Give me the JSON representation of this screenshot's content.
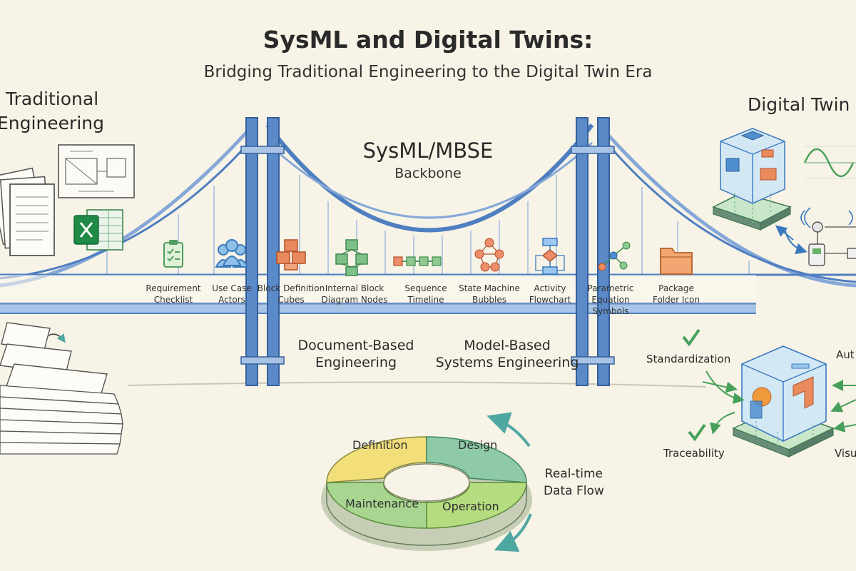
{
  "header": {
    "title": "SysML and Digital Twins:",
    "subtitle": "Bridging Traditional Engineering to the Digital Twin Era"
  },
  "left": {
    "title_line1": "Traditional",
    "title_line2": "Engineering"
  },
  "right": {
    "title": "Digital Twin"
  },
  "bridge": {
    "label": "SysML/MBSE",
    "sublabel": "Backbone",
    "deck_items": [
      {
        "line1": "Requirement",
        "line2": "Checklist",
        "icon": "clipboard-checklist-icon",
        "color": "#4f9e5f"
      },
      {
        "line1": "Use Case",
        "line2": "Actors",
        "icon": "actors-icon",
        "color": "#4d8fc9"
      },
      {
        "line1": "Block Definition",
        "line2": "Cubes",
        "icon": "cubes-icon",
        "color": "#e07a4b"
      },
      {
        "line1": "Internal Block",
        "line2": "Diagram Nodes",
        "icon": "block-nodes-icon",
        "color": "#5aa56a"
      },
      {
        "line1": "Sequence",
        "line2": "Timeline",
        "icon": "sequence-timeline-icon",
        "color": "#5aa56a"
      },
      {
        "line1": "State Machine",
        "line2": "Bubbles",
        "icon": "state-machine-icon",
        "color": "#e47a58"
      },
      {
        "line1": "Activity",
        "line2": "Flowchart",
        "icon": "flowchart-icon",
        "color": "#4f8fcf"
      },
      {
        "line1": "Parametric",
        "line2": "Equation Symbols",
        "icon": "parametric-icon",
        "color": "#5aa56a"
      },
      {
        "line1": "Package",
        "line2": "Folder Icon",
        "icon": "folder-icon",
        "color": "#e9925a"
      }
    ]
  },
  "lower": {
    "doc_based_line1": "Document-Based",
    "doc_based_line2": "Engineering",
    "model_based_line1": "Model-Based",
    "model_based_line2": "Systems Engineering"
  },
  "lifecycle": {
    "stages": [
      "Definition",
      "Design",
      "Operation",
      "Maintenance"
    ],
    "flow_line1": "Real-time",
    "flow_line2": "Data Flow"
  },
  "benefits": {
    "standardization": "Standardization",
    "traceability": "Traceability",
    "automation": "Aut",
    "visualization": "Visu"
  },
  "colors": {
    "background": "#f7f3e6",
    "bridge_blue": "#4f7fc0",
    "deck_blue": "#a9c4e6",
    "green": "#5aa56a",
    "orange": "#e07a4b",
    "yellow_green": "#cddc6a"
  }
}
